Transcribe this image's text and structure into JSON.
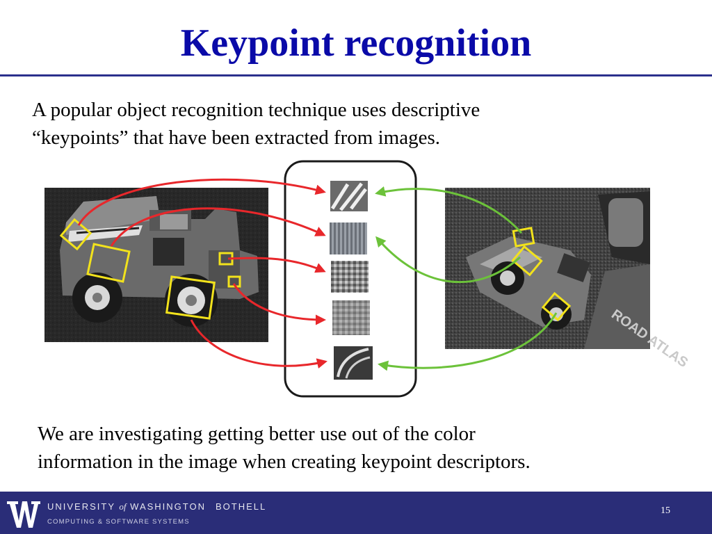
{
  "slide": {
    "title": "Keypoint recognition",
    "paragraph_1_line_1": "A popular object recognition technique uses descriptive",
    "paragraph_1_line_2": "“keypoints” that have been extracted from images.",
    "paragraph_2_line_1": "We are investigating getting better use out of the color",
    "paragraph_2_line_2": "information in the image when creating keypoint descriptors.",
    "page_number": "15"
  },
  "footer": {
    "university": "UNIVERSITY",
    "of": "of",
    "washington": "WASHINGTON",
    "campus": "BOTHELL",
    "department": "COMPUTING & SOFTWARE SYSTEMS",
    "logo_icon": "uw-w-logo-icon"
  },
  "figure": {
    "content": "toy-truck-keypoint-matching-illustration",
    "match_colors": {
      "left_arrows": "#e8272b",
      "right_arrows": "#6cc23a",
      "keypoint_boxes": "#f2e21c"
    }
  },
  "colors": {
    "title": "#0a0aa8",
    "footer_bg": "#2a2d78",
    "rule": "#2b2f8c"
  }
}
